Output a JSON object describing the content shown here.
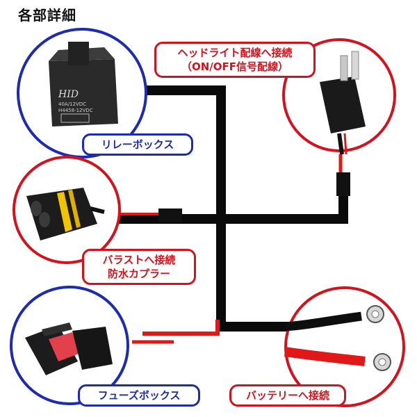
{
  "title": "各部詳細",
  "relay": {
    "brand": "HID",
    "rating1": "40A/12VDC",
    "rating2": "H4458-12VDC"
  },
  "labels": {
    "relay_box": "リレーボックス",
    "headlight_line1": "ヘッドライト配線へ接続",
    "headlight_line2": "（ON/OFF信号配線）",
    "ballast_line1": "バラストへ接続",
    "ballast_line2": "防水カプラー",
    "fuse_box": "フューズボックス",
    "battery": "バッテリーへ接続"
  },
  "colors": {
    "blue": "#1c2bb0",
    "red": "#d3121d",
    "wire_black": "#0a0a0a",
    "wire_red": "#e01818"
  }
}
